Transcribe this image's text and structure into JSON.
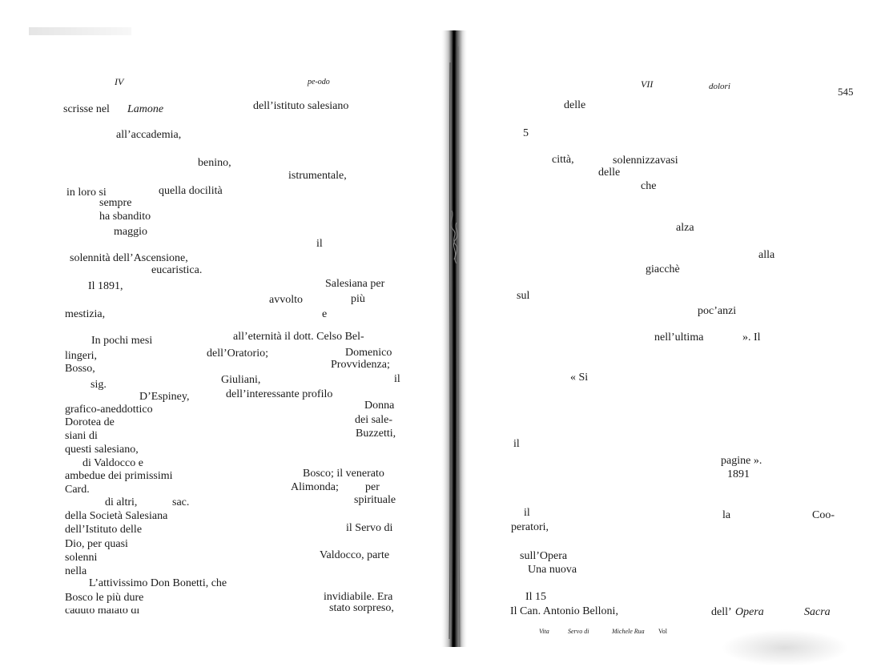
{
  "left_page": {
    "header_left": "IV",
    "header_center": "pe-odo",
    "lines": [
      "scrisse nel",
      "Lamone",
      "dell’istituto salesiano",
      "all’accademia,",
      "benino,",
      "istrumentale,",
      "in loro si",
      "quella docilità",
      "sempre",
      "ha sbandito",
      "maggio",
      "il",
      "solennità dell’Ascensione,",
      "eucaristica.",
      "Il 1891,",
      "Salesiana per",
      "avvolto",
      "più",
      "mestizia,",
      "e",
      "In pochi mesi",
      "all’eternità il dott. Celso Bel-",
      "lingeri,",
      "dell’Oratorio;",
      "Domenico",
      "Bosso,",
      "Provvidenza;",
      "sig.",
      "Giuliani,",
      "il",
      "D’Espiney,",
      "dell’interessante profilo",
      "grafico-aneddottico",
      "Donna",
      "Dorotea de",
      "dei sale-",
      "siani di",
      "Buzzetti,",
      "questi salesiano,",
      "di Valdocco e",
      "ambedue dei primissimi",
      "Bosco; il venerato",
      "Card.",
      "Alimonda;",
      "per",
      "spirituale",
      "di altri,",
      "sac.",
      "della Società Salesiana",
      "dell’Istituto delle",
      "il Servo di",
      "Dio, per quasi",
      "solenni",
      "Valdocco, parte",
      "nella",
      "L’attivissimo Don Bonetti, che",
      "Bosco le più dure",
      "invidiabile. Era",
      "caduto malato di",
      "stato sorpreso,"
    ]
  },
  "right_page": {
    "header_center": "VII",
    "header_right": "dolori",
    "page_number": "545",
    "lines": [
      "delle",
      "5",
      "città,",
      "solennizzavasi",
      "delle",
      "che",
      "alza",
      "alla",
      "giacchè",
      "sul",
      "poc’anzi",
      "nell’ultima",
      "». Il",
      "« Si",
      "il",
      "pagine ».",
      "1891",
      "il",
      "la",
      "Coo-",
      "peratori,",
      "sull’Opera",
      "Una nuova",
      "Il 15",
      "Il Can. Antonio Belloni,",
      "dell’",
      "Opera",
      "Sacra"
    ],
    "footer": [
      "Vita",
      "Servo di",
      "Michele Rua",
      "Vol"
    ]
  }
}
